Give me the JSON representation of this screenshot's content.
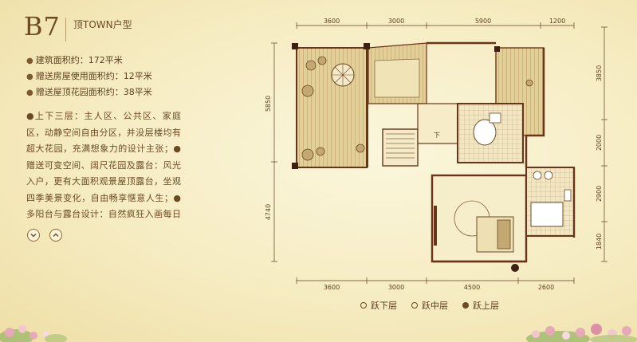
{
  "header": {
    "code": "B7",
    "subtitle": "顶TOWN户型"
  },
  "stats": [
    "建筑面积约：172平米",
    "赠送房屋使用面积约：12平米",
    "赠送屋顶花园面积约：38平米"
  ],
  "description": "●上下三层：主人区、公共区、家庭区，动静空间自由分区，并没层楼均有超大花园，充满想象力的设计主张；●赠送可变空间、阔尺花园及露台：风光入户，更有大面积观景屋顶露台，坐观四季美景变化，自由畅享惬意人生；●多阳台与露台设计：自然疯狂入画每日起",
  "plan": {
    "top_dims": [
      "3600",
      "3000",
      "5900",
      "1200"
    ],
    "bottom_dims": [
      "3600",
      "3000",
      "4500",
      "2600"
    ],
    "left_dims": [
      "5850",
      "4740"
    ],
    "right_dims": [
      "3850",
      "2000",
      "2900",
      "1840"
    ],
    "stair_label": "下"
  },
  "floors": [
    {
      "label": "跃下层",
      "active": false
    },
    {
      "label": "跃中层",
      "active": false
    },
    {
      "label": "跃上层",
      "active": true
    }
  ],
  "colors": {
    "brown": "#6b4a24",
    "wall": "#6b3418",
    "deck": "#d8c28c"
  }
}
